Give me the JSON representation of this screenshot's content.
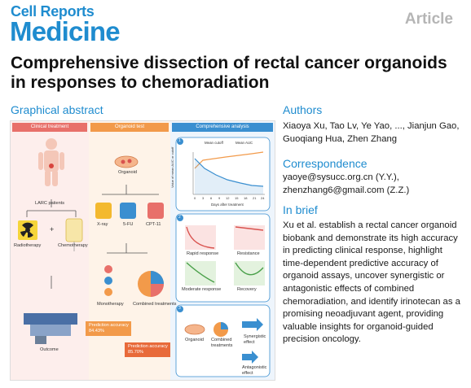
{
  "journal": {
    "line1": "Cell Reports",
    "line2": "Medicine"
  },
  "article_type": "Article",
  "title": "Comprehensive dissection of rectal cancer organoids in responses to chemoradiation",
  "graphical_abstract": {
    "heading": "Graphical abstract",
    "columns": [
      "Clinical treatment",
      "Organoid test",
      "Comprehensive analysis"
    ],
    "labels": {
      "larc": "LARC patients",
      "radiotherapy": "Radiotherapy",
      "chemotherapy": "Chemotherapy",
      "outcome": "Outcome",
      "organoid": "Organoid",
      "xray": "X-ray",
      "fu": "5-FU",
      "cpt": "CPT-11",
      "monotherapy": "Monotherapy",
      "combined": "Combined treatments",
      "acc1": "Prediction accuracy\n84.43%",
      "acc2": "Prediction accuracy\n85.70%",
      "legend_cutoff": "Mean cutoff",
      "legend_auc": "Mean AUC",
      "y_axis": "Value of mean AUC or cutoff",
      "x_axis": "Days after treatment",
      "x_ticks": [
        "0",
        "3",
        "6",
        "9",
        "12",
        "15",
        "18",
        "21",
        "24"
      ],
      "rapid": "Rapid response",
      "resistance": "Resistance",
      "moderate": "Moderate response",
      "recovery": "Recovery",
      "organoid2": "Organoid",
      "combined2": "Combined\ntreatments",
      "synergistic": "Synergistic\neffect",
      "antagonistic": "Antagonistic\neffect",
      "panel1": "1",
      "panel2": "2",
      "panel3": "3",
      "plus": "+"
    },
    "colors": {
      "clinical": "#e8706a",
      "organoid": "#f29a4a",
      "analysis": "#3a8fd0"
    }
  },
  "authors": {
    "heading": "Authors",
    "text": "Xiaoya Xu, Tao Lv, Ye Yao, ..., Jianjun Gao, Guoqiang Hua, Zhen Zhang"
  },
  "correspondence": {
    "heading": "Correspondence",
    "line1": "yaoye@sysucc.org.cn (Y.Y.),",
    "line2": "zhenzhang6@gmail.com (Z.Z.)"
  },
  "in_brief": {
    "heading": "In brief",
    "text": "Xu et al. establish a rectal cancer organoid biobank and demonstrate its high accuracy in predicting clinical response, highlight time-dependent predictive accuracy of organoid assays, uncover synergistic or antagonistic effects of combined chemoradiation, and identify irinotecan as a promising neoadjuvant agent, providing valuable insights for organoid-guided precision oncology."
  }
}
